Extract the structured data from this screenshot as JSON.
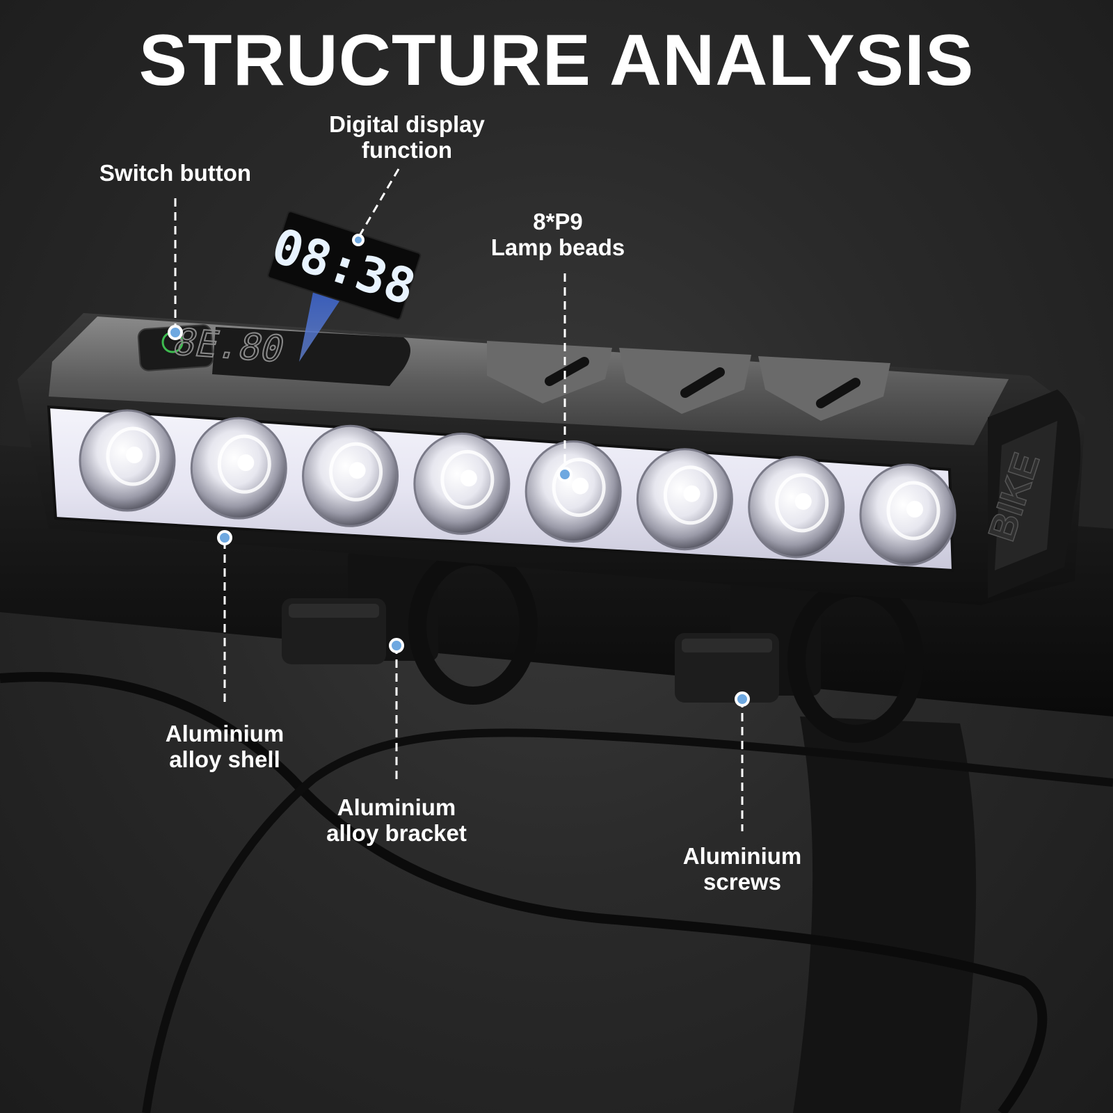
{
  "title": "STRUCTURE ANALYSIS",
  "labels": {
    "switch_button": "Switch button",
    "digital_display_line1": "Digital display",
    "digital_display_line2": "function",
    "lamp_beads_line1": "8*P9",
    "lamp_beads_line2": "Lamp beads",
    "shell_line1": "Aluminium",
    "shell_line2": "alloy shell",
    "bracket_line1": "Aluminium",
    "bracket_line2": "alloy bracket",
    "screws_line1": "Aluminium",
    "screws_line2": "screws"
  },
  "display": {
    "time_readout": "08:38",
    "device_display": "8E.80"
  },
  "device": {
    "side_logo": "BIKE",
    "lamp_bead_count": 8
  },
  "colors": {
    "background": "#2a2a2a",
    "text": "#ffffff",
    "callout_dot": "#6ea8e0",
    "display_digits": "#e8f3ff",
    "switch_green": "#3dbb4f",
    "projection_blue": "#4a78d8"
  }
}
